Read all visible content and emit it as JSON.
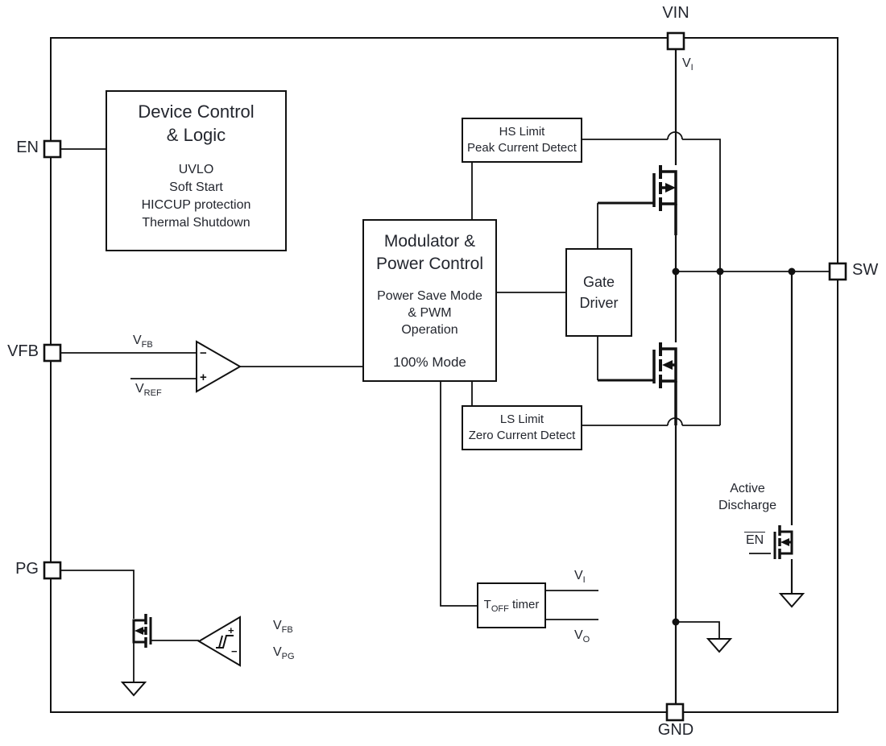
{
  "diagram": {
    "pins": {
      "vin": "VIN",
      "en": "EN",
      "vfb": "VFB",
      "pg": "PG",
      "sw": "SW",
      "gnd": "GND"
    },
    "blocks": {
      "device_control": {
        "title_line1": "Device Control",
        "title_line2": "& Logic",
        "items": [
          "UVLO",
          "Soft Start",
          "HICCUP protection",
          "Thermal Shutdown"
        ]
      },
      "hs_limit": {
        "line1": "HS Limit",
        "line2": "Peak Current Detect"
      },
      "ls_limit": {
        "line1": "LS Limit",
        "line2": "Zero Current Detect"
      },
      "modulator": {
        "title_line1": "Modulator &",
        "title_line2": "Power Control",
        "body_line1": "Power Save Mode",
        "body_line2": "& PWM",
        "body_line3": "Operation",
        "footer": "100% Mode"
      },
      "gate_driver": {
        "line1": "Gate",
        "line2": "Driver"
      },
      "toff_timer": {
        "pre": "T",
        "sub": "OFF",
        "post": " timer"
      },
      "active_discharge": {
        "line1": "Active",
        "line2": "Discharge"
      }
    },
    "signals": {
      "vi_rail": {
        "base": "V",
        "sub": "I"
      },
      "vfb_comp": {
        "base": "V",
        "sub": "FB"
      },
      "vref": {
        "base": "V",
        "sub": "REF"
      },
      "comp_minus": "−",
      "comp_plus": "+",
      "timer_vi": {
        "base": "V",
        "sub": "I"
      },
      "timer_vo": {
        "base": "V",
        "sub": "O"
      },
      "pg_vfb": {
        "base": "V",
        "sub": "FB"
      },
      "pg_vpg": {
        "base": "V",
        "sub": "PG"
      },
      "pg_plus": "+",
      "pg_minus": "−",
      "en_bar": "EN"
    },
    "colors": {
      "line": "#111111",
      "text": "#23262e",
      "background": "#ffffff"
    }
  }
}
